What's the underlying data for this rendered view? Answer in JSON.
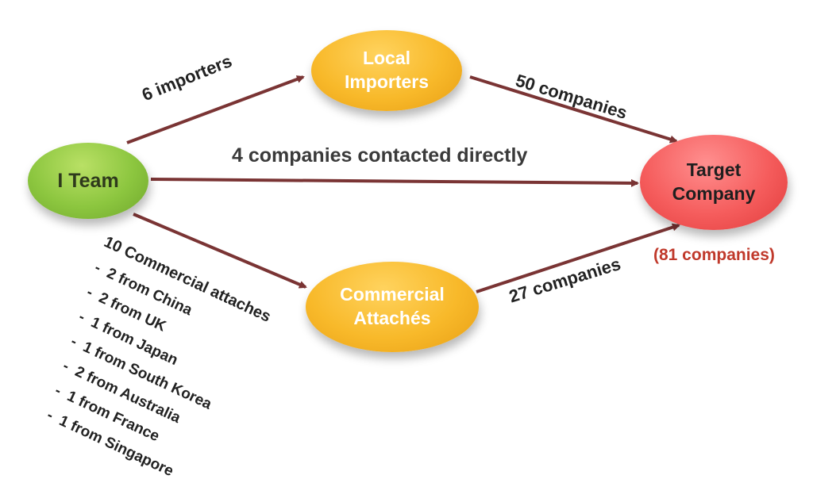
{
  "nodes": {
    "team": "I Team",
    "local_importers": [
      "Local",
      "Importers"
    ],
    "commercial_attaches": [
      "Commercial",
      "Attachés"
    ],
    "target_company": [
      "Target",
      "Company"
    ]
  },
  "edges": {
    "team_to_importers": "6 importers",
    "importers_to_target": "50 companies",
    "team_to_target": "4 companies contacted directly",
    "attaches_to_target": "27 companies"
  },
  "target_total": "(81 companies)",
  "attaches_breakdown": {
    "header": "10 Commercial attaches",
    "items": [
      "2 from China",
      "2 from UK",
      "1 from Japan",
      "1 from South Korea",
      "2 from Australia",
      "1 from France",
      "1 from  Singapore"
    ],
    "bullet": "-"
  },
  "colors": {
    "team": "#8cc63f",
    "intermediary": "#f8b92a",
    "target": "#f55c5c",
    "arrow": "#7a3434",
    "total_text": "#c0392b"
  }
}
